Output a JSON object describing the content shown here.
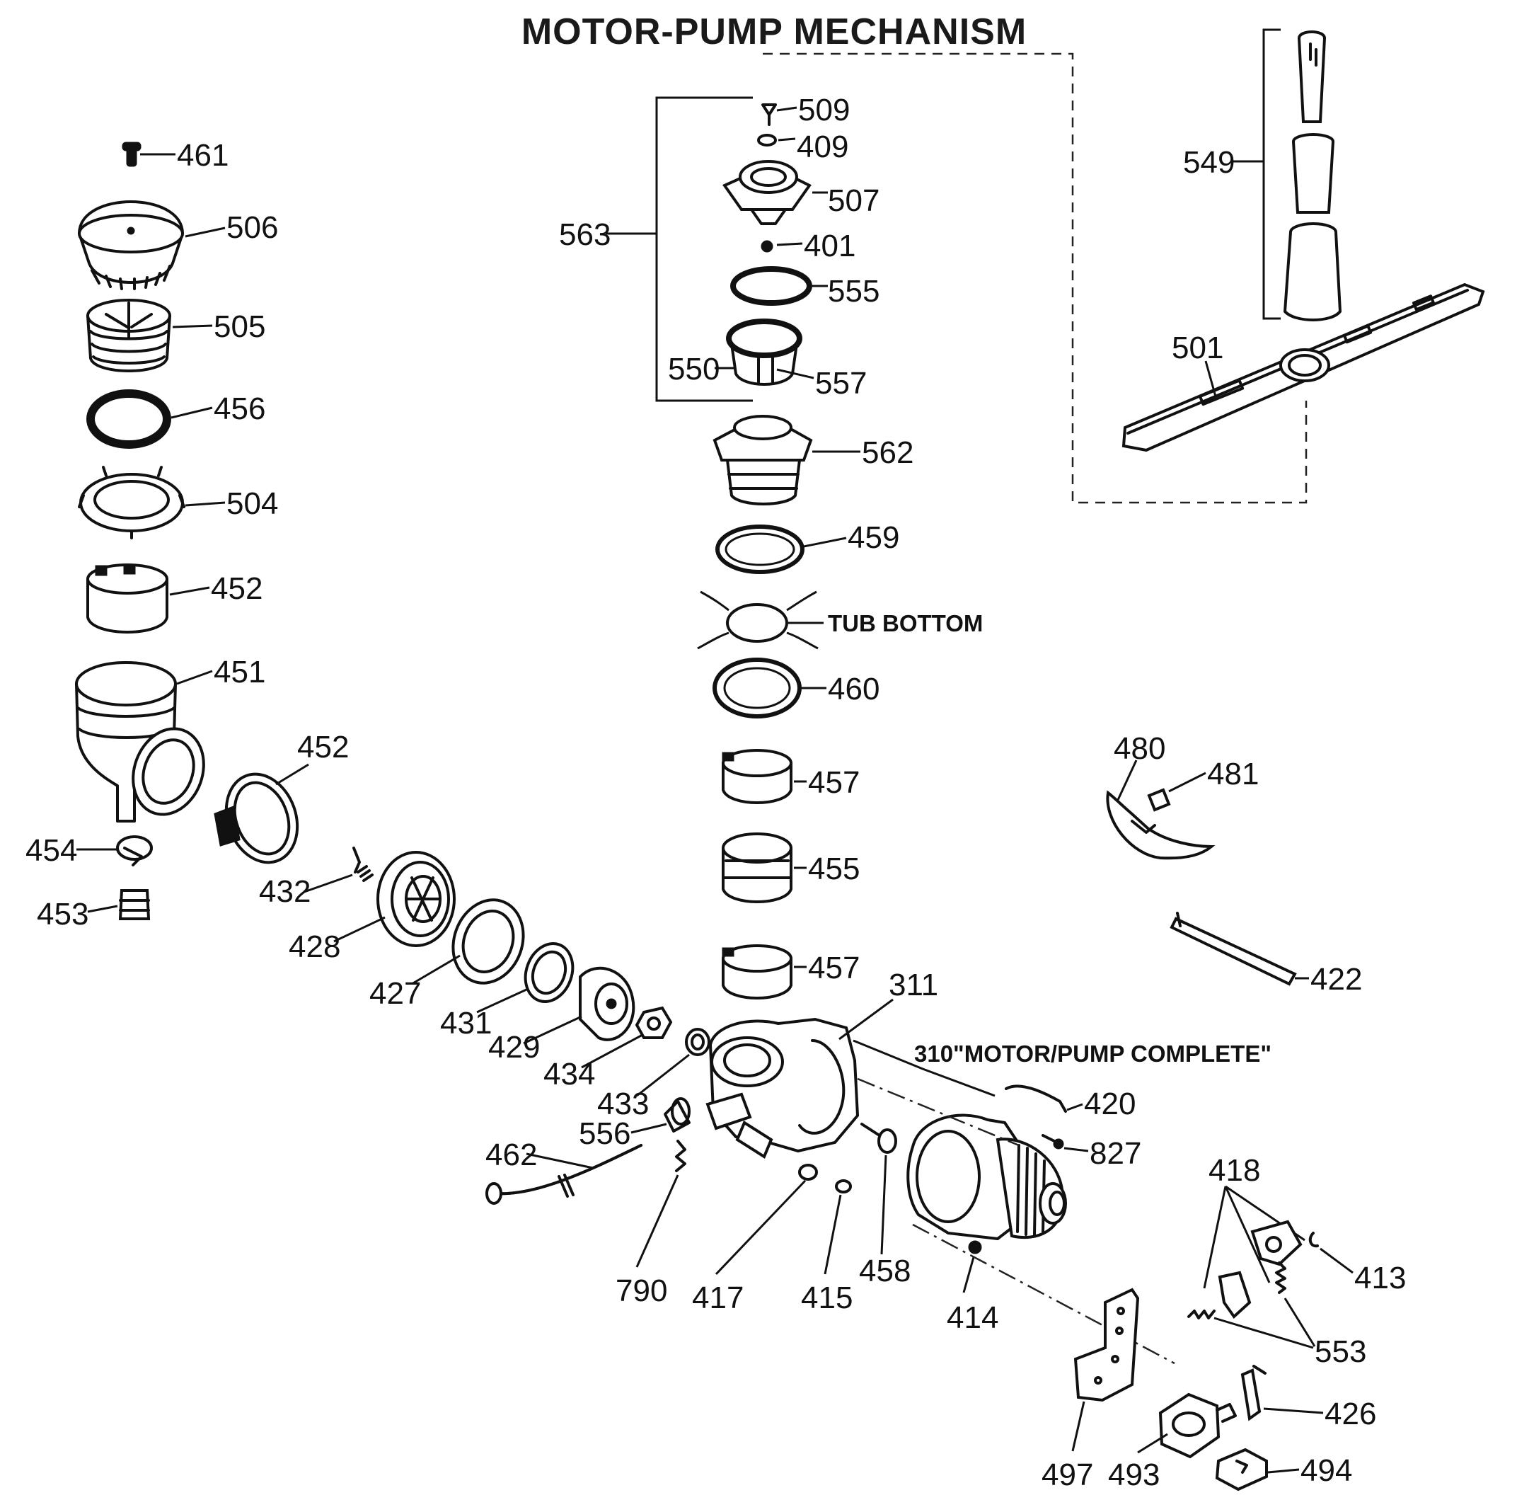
{
  "title": "MOTOR-PUMP MECHANISM",
  "notes": {
    "tub_bottom": "TUB BOTTOM",
    "motor_pump_complete": "310\"MOTOR/PUMP COMPLETE\""
  },
  "callouts": {
    "c461": "461",
    "c506": "506",
    "c505": "505",
    "c456": "456",
    "c504": "504",
    "c452a": "452",
    "c451": "451",
    "c452b": "452",
    "c454": "454",
    "c453": "453",
    "c432": "432",
    "c428": "428",
    "c427": "427",
    "c431": "431",
    "c429": "429",
    "c434": "434",
    "c433": "433",
    "c563": "563",
    "c509": "509",
    "c409": "409",
    "c507": "507",
    "c401": "401",
    "c555": "555",
    "c550": "550",
    "c557": "557",
    "c562": "562",
    "c459": "459",
    "c460": "460",
    "c457a": "457",
    "c455": "455",
    "c457b": "457",
    "c549": "549",
    "c501": "501",
    "c480": "480",
    "c481": "481",
    "c422": "422",
    "c311": "311",
    "c420": "420",
    "c827": "827",
    "c556": "556",
    "c462": "462",
    "c790": "790",
    "c417": "417",
    "c415": "415",
    "c458": "458",
    "c414": "414",
    "c418": "418",
    "c413": "413",
    "c553": "553",
    "c426": "426",
    "c497": "497",
    "c493": "493",
    "c494": "494"
  },
  "icons": {
    "parts": [
      "screw",
      "filter-cap",
      "filter",
      "gasket-ring",
      "retainer-ring",
      "hose-clamp",
      "pump-housing",
      "impeller",
      "spray-arm",
      "tower-tube",
      "motor",
      "bracket",
      "solenoid",
      "spring",
      "hose"
    ]
  }
}
